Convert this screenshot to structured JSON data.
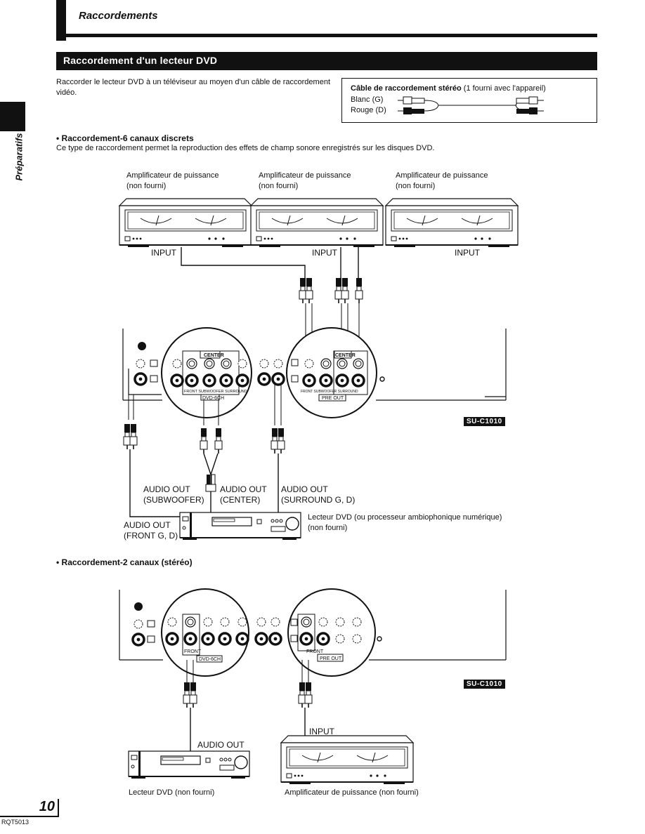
{
  "header": {
    "title": "Raccordements"
  },
  "section": {
    "title": "Raccordement d'un lecteur DVD"
  },
  "side": {
    "label": "Préparatifs"
  },
  "intro": {
    "text": "Raccorder le lecteur DVD à un téléviseur au moyen d'un câble de raccordement vidéo."
  },
  "cable": {
    "title_bold": "Câble de raccordement stéréo",
    "title_rest": " (1 fourni avec l'appareil)",
    "white": "Blanc  (G)",
    "red": "Rouge (D)"
  },
  "six": {
    "heading": "• Raccordement-6 canaux discrets",
    "text": "Ce type de raccordement permet la reproduction des effets de champ sonore enregistrés sur les disques DVD.",
    "amp_label": "Amplificateur de puissance",
    "amp_sub": "(non fourni)",
    "input": "INPUT",
    "center": "CENTER",
    "front_sub_surr": "FRONT SUBWOOFER SURROUND",
    "dvd6ch": "DVD-6CH",
    "pre_out": "PRE OUT",
    "model": "SU-C1010",
    "out_sub_1": "AUDIO OUT",
    "out_sub_2": "(SUBWOOFER)",
    "out_center_1": "AUDIO OUT",
    "out_center_2": "(CENTER)",
    "out_surr_1": "AUDIO OUT",
    "out_surr_2": "(SURROUND G, D)",
    "out_front_1": "AUDIO OUT",
    "out_front_2": "(FRONT G, D)",
    "dvd_player_1": "Lecteur DVD (ou processeur ambiophonique numérique)",
    "dvd_player_2": "(non fourni)"
  },
  "two": {
    "heading": "• Raccordement-2 canaux (stéréo)",
    "front": "FRONT",
    "dvd6ch": "DVD-6CH",
    "pre_out": "PRE OUT",
    "model": "SU-C1010",
    "audio_out": "AUDIO OUT",
    "input": "INPUT",
    "dvd_caption": "Lecteur DVD (non fourni)",
    "amp_caption": "Amplificateur de puissance (non fourni)"
  },
  "footer": {
    "page": "10",
    "code": "RQT5013"
  }
}
